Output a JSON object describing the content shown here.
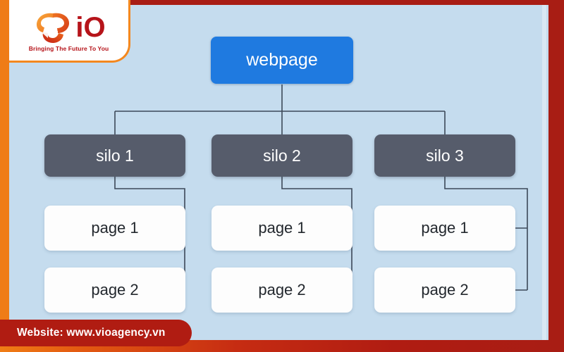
{
  "brand": {
    "logo_icon": "swirl-arrows-logo-mark",
    "wordmark_i": "i",
    "wordmark_o": "O",
    "tagline": "Bringing The Future To You"
  },
  "theme": {
    "canvas_bg": "#c5dcee",
    "frame_orange": "#ef7c16",
    "frame_red": "#a81d14",
    "banner_red": "#b01c12",
    "root_node": "#1f7ae0",
    "silo_node": "#565c6b",
    "page_node": "#fdfdfd",
    "connector": "#3c4858",
    "brand_red": "#b6141a"
  },
  "diagram": {
    "root": {
      "label": "webpage"
    },
    "columns": [
      {
        "silo": {
          "label": "silo 1"
        },
        "pages": [
          {
            "label": "page 1"
          },
          {
            "label": "page 2"
          }
        ]
      },
      {
        "silo": {
          "label": "silo 2"
        },
        "pages": [
          {
            "label": "page 1"
          },
          {
            "label": "page 2"
          }
        ]
      },
      {
        "silo": {
          "label": "silo 3"
        },
        "pages": [
          {
            "label": "page 1"
          },
          {
            "label": "page 2"
          }
        ]
      }
    ]
  },
  "footer": {
    "website_label": "Website: www.vioagency.vn"
  }
}
